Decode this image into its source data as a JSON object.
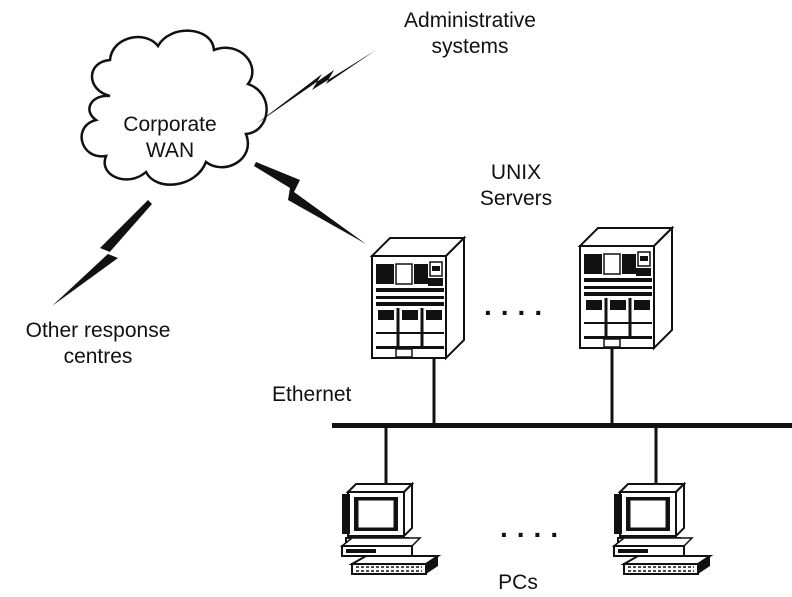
{
  "nodes": {
    "wan": {
      "line1": "Corporate",
      "line2": "WAN",
      "icon": "cloud-icon"
    },
    "admin": {
      "line1": "Administrative",
      "line2": "systems"
    },
    "other": {
      "line1": "Other response",
      "line2": "centres"
    },
    "servers": {
      "line1": "UNIX",
      "line2": "Servers",
      "icon": "server-icon"
    },
    "ethernet": {
      "label": "Ethernet"
    },
    "pcs": {
      "label": "PCs",
      "icon": "pc-icon"
    }
  },
  "ellipsis": "....",
  "links": [
    {
      "from": "Corporate WAN",
      "to": "Administrative systems",
      "kind": "wan-link"
    },
    {
      "from": "Corporate WAN",
      "to": "Other response centres",
      "kind": "wan-link"
    },
    {
      "from": "Corporate WAN",
      "to": "UNIX Servers",
      "kind": "wan-link"
    },
    {
      "from": "UNIX Servers",
      "to": "Ethernet",
      "kind": "lan"
    },
    {
      "from": "PCs",
      "to": "Ethernet",
      "kind": "lan"
    }
  ]
}
